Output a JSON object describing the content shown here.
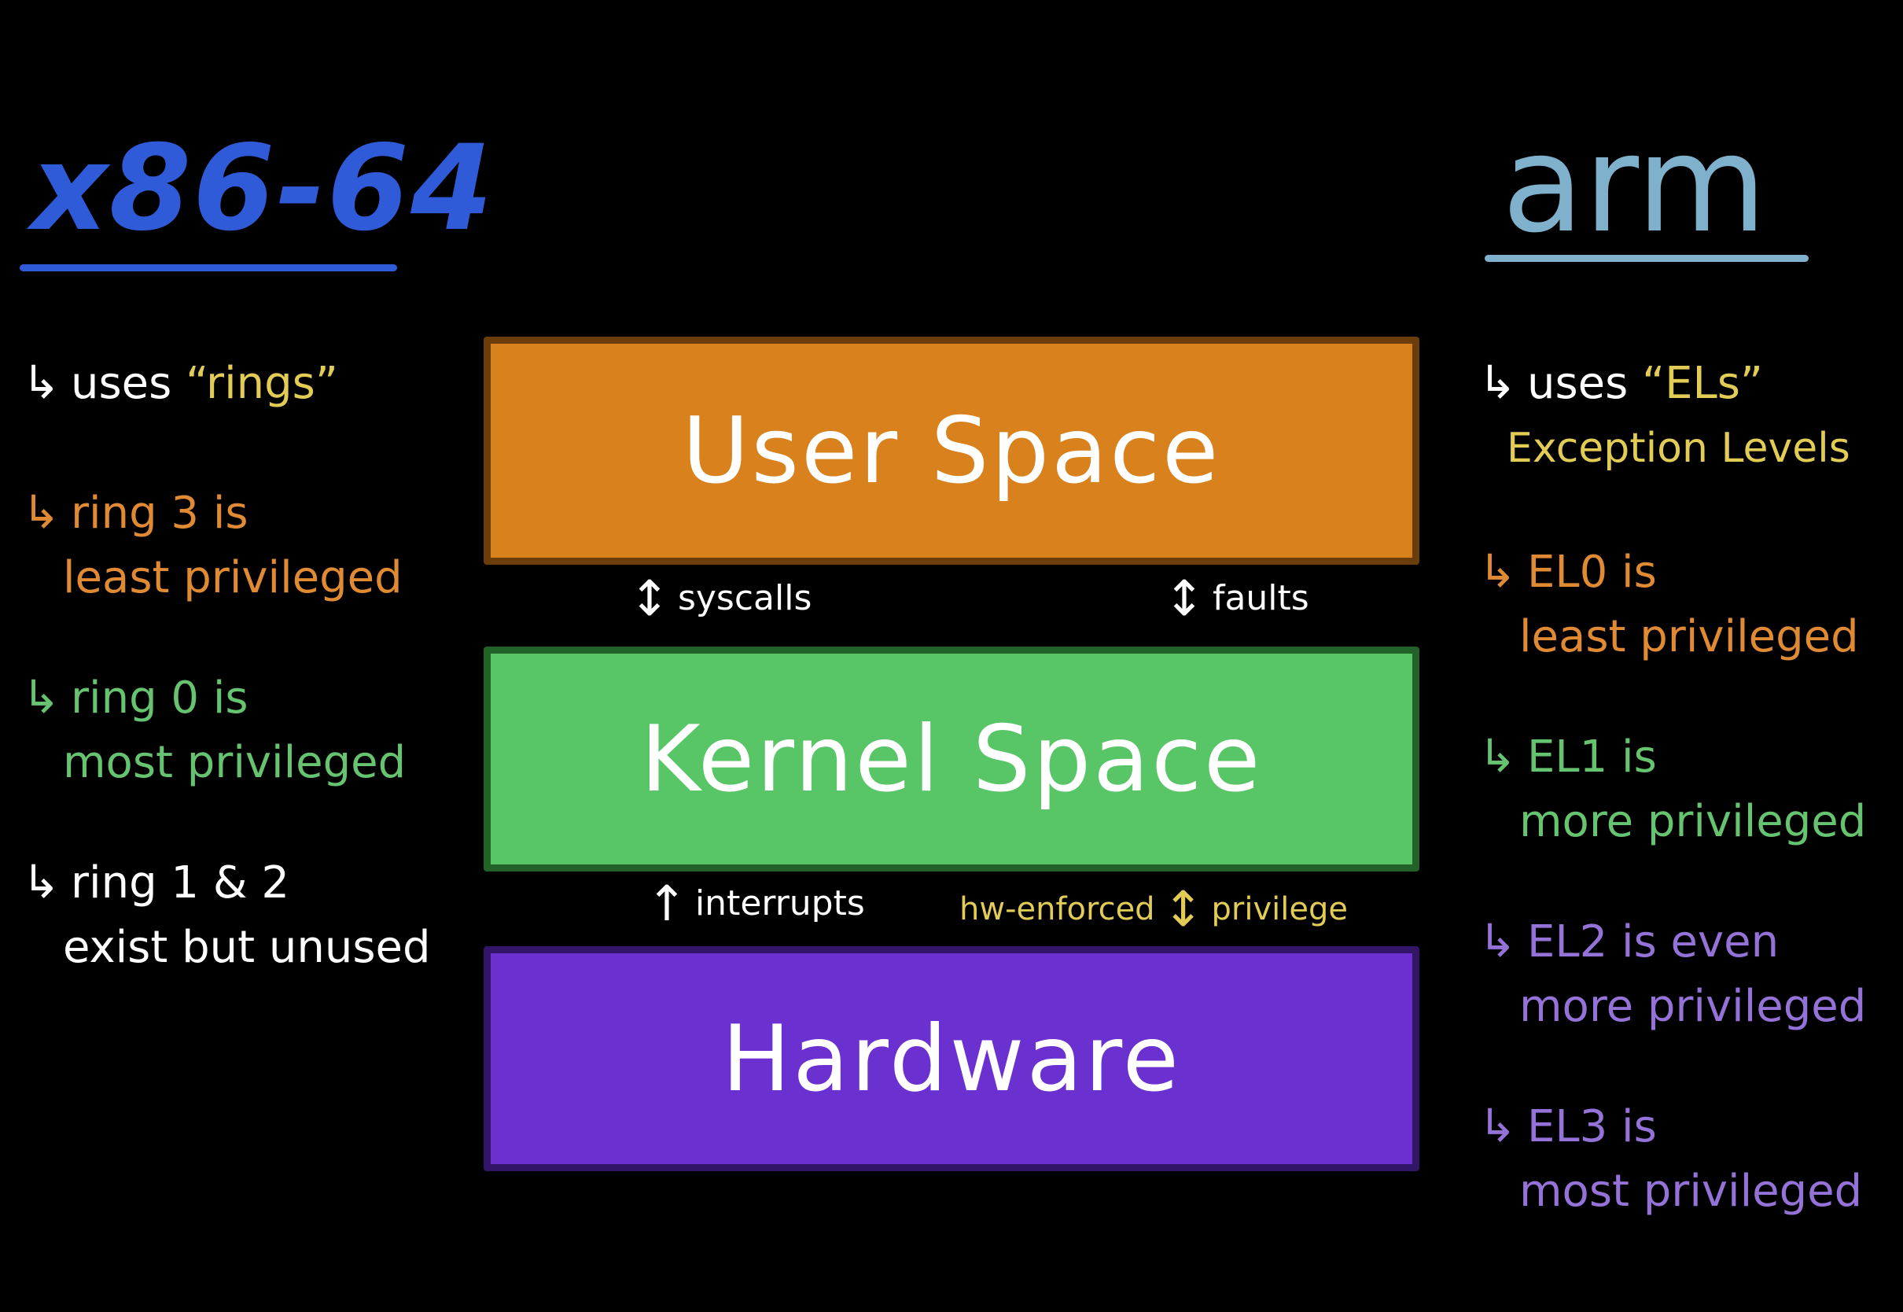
{
  "left": {
    "title": "x86-64",
    "notes": [
      {
        "line1_prefix": "uses ",
        "line1_highlight": "“rings”",
        "line2": ""
      },
      {
        "line1": "ring 3 is",
        "line2": "least privileged"
      },
      {
        "line1": "ring 0 is",
        "line2": "most privileged"
      },
      {
        "line1": "ring 1 & 2",
        "line2": "exist but unused"
      }
    ]
  },
  "right": {
    "title": "arm",
    "notes": [
      {
        "line1_prefix": "uses ",
        "line1_highlight": "“ELs”",
        "line2": "Exception Levels"
      },
      {
        "line1": "EL0 is",
        "line2": "least privileged"
      },
      {
        "line1": "EL1 is",
        "line2": "more privileged"
      },
      {
        "line1": "EL2 is even",
        "line2": "more privileged"
      },
      {
        "line1": "EL3 is",
        "line2": "most privileged"
      }
    ]
  },
  "layers": {
    "user": "User Space",
    "kernel": "Kernel Space",
    "hardware": "Hardware"
  },
  "connectors": {
    "syscalls": "syscalls",
    "faults": "faults",
    "interrupts": "interrupts",
    "hw_enforced": "hw-enforced",
    "privilege": "privilege"
  },
  "icons": {
    "bullet": "hook-arrow-icon",
    "updown": "up-down-arrow-icon",
    "up": "up-arrow-icon"
  },
  "colors": {
    "x86": "#2f5bd8",
    "arm": "#7fb1cd",
    "white": "#ffffff",
    "yellow": "#e2cc55",
    "orange": "#e08a34",
    "green": "#66c36f",
    "purple": "#9472d8",
    "user_box": "#d9811c",
    "kernel_box": "#58c566",
    "hardware_box": "#6b31d0"
  }
}
